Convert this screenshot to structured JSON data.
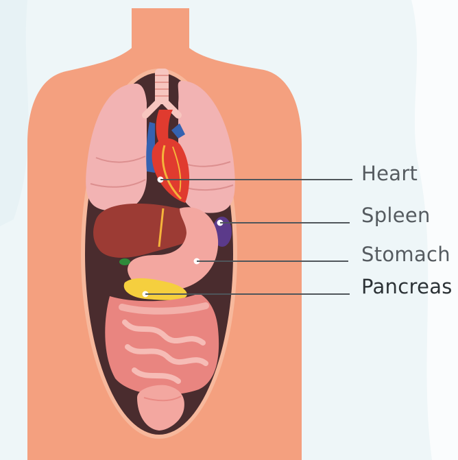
{
  "colors": {
    "background": "#eef6f8",
    "skin": "#f4a07f",
    "cavity": "#4a2c2e",
    "lung": "#f2b3b3",
    "heart": "#e03b2f",
    "liver": "#9c3b34",
    "stomach": "#f3a7a0",
    "intestine": "#e98580",
    "pancreas": "#f5cf3e",
    "spleen": "#5b3a8a",
    "trachea": "#f7c6bf",
    "leader": "#4f555a",
    "label": "#555b60",
    "label_active": "#2c3236"
  },
  "labels": [
    {
      "id": "heart",
      "text": "Heart",
      "active": false
    },
    {
      "id": "spleen",
      "text": "Spleen",
      "active": false
    },
    {
      "id": "stomach",
      "text": "Stomach",
      "active": false
    },
    {
      "id": "pancreas",
      "text": "Pancreas",
      "active": true
    }
  ]
}
